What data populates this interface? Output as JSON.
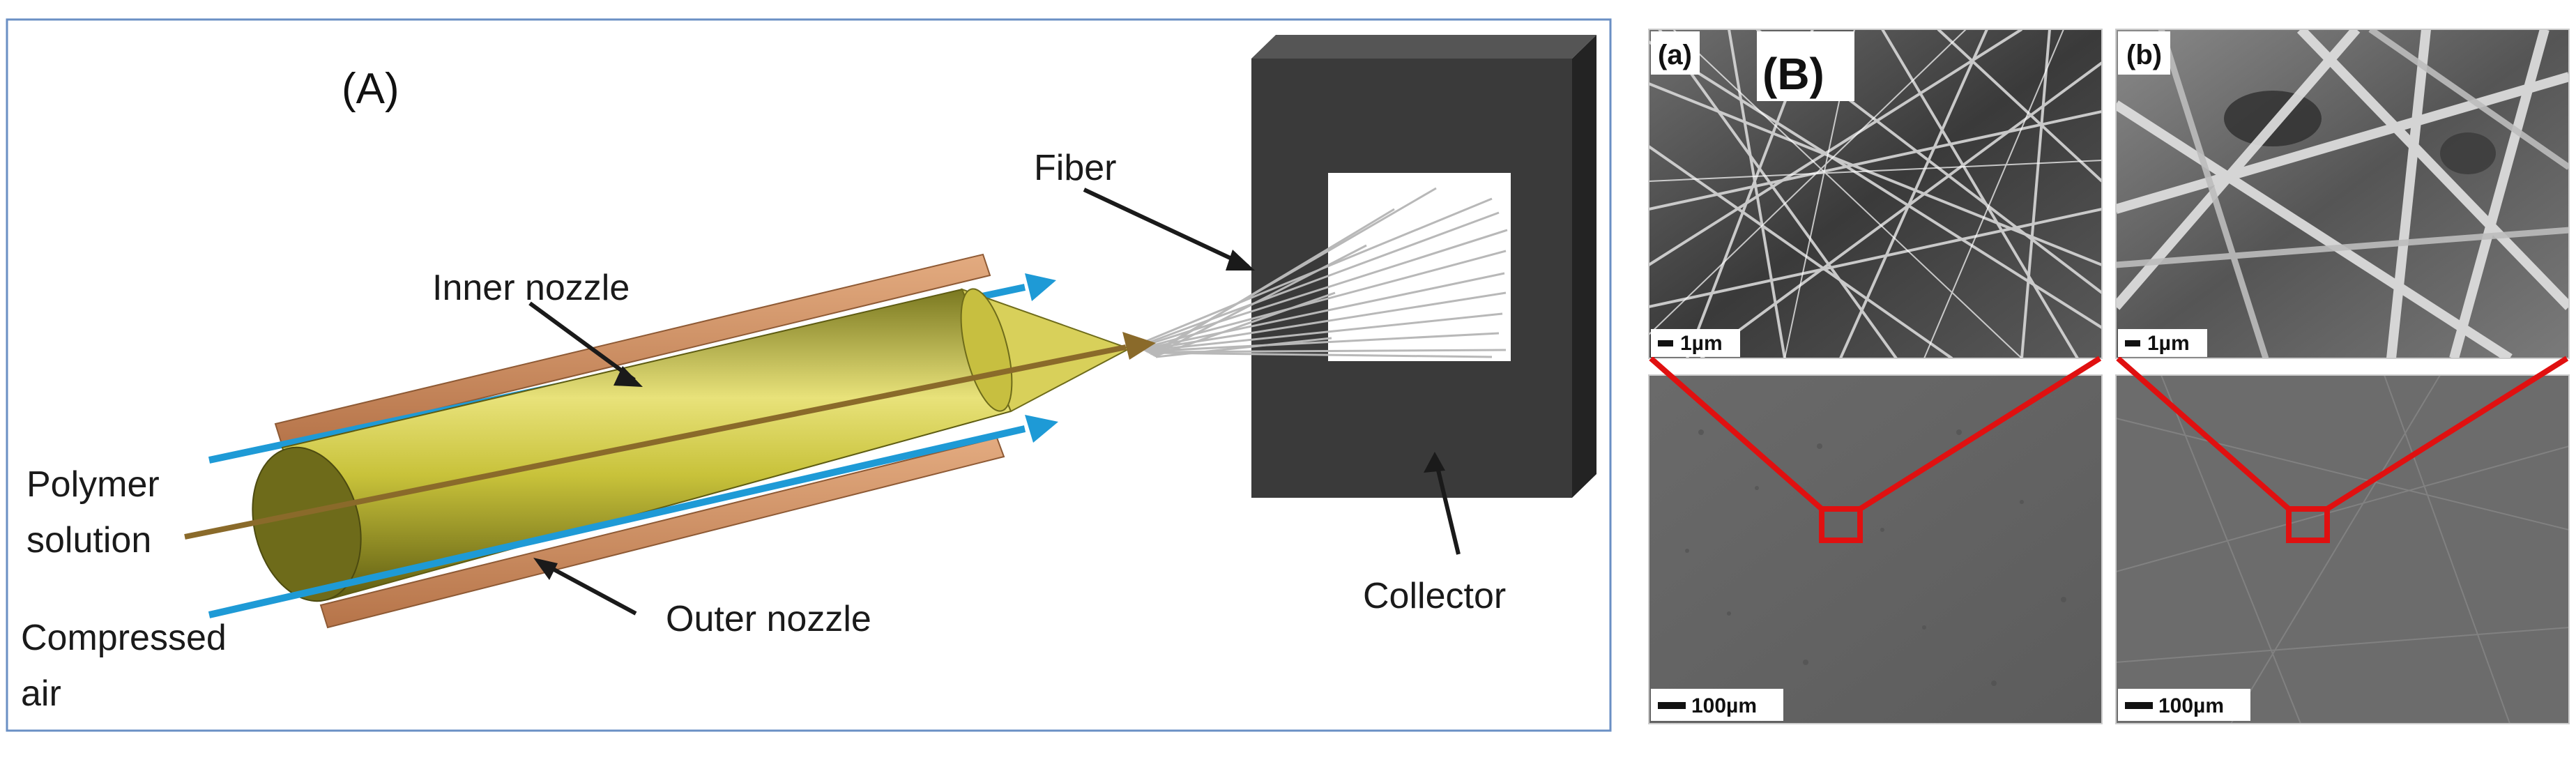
{
  "panelA": {
    "label": "(A)",
    "labels": {
      "fiber": "Fiber",
      "inner_nozzle": "Inner nozzle",
      "polymer_line1": "Polymer",
      "polymer_line2": "solution",
      "compressed_line1": "Compressed",
      "compressed_line2": "air",
      "outer_nozzle": "Outer nozzle",
      "collector": "Collector"
    },
    "colors": {
      "outer_nozzle": "#c98b5e",
      "inner_nozzle": "#c8c23a",
      "air_arrow": "#1e9ad6",
      "polymer_line": "#8a6a2a",
      "collector": "#3a3a3a",
      "frame": "#6a8fc4"
    }
  },
  "panelB": {
    "label": "(B)",
    "columns": [
      {
        "label": "(a)",
        "scale_top": "1µm",
        "scale_bottom": "100µm"
      },
      {
        "label": "(b)",
        "scale_top": "1µm",
        "scale_bottom": "100µm"
      }
    ],
    "colors": {
      "zoom_lines": "#e01010"
    }
  }
}
